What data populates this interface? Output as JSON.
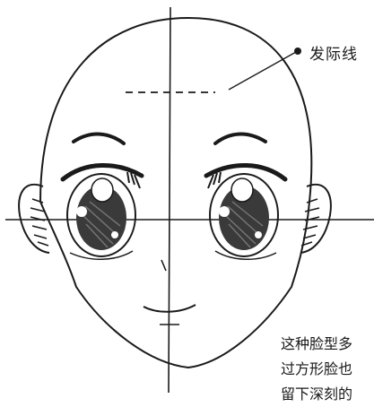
{
  "callout": {
    "label": "发际线"
  },
  "caption": {
    "lines": [
      "这种脸型多",
      "过方形脸也",
      "留下深刻的"
    ]
  }
}
